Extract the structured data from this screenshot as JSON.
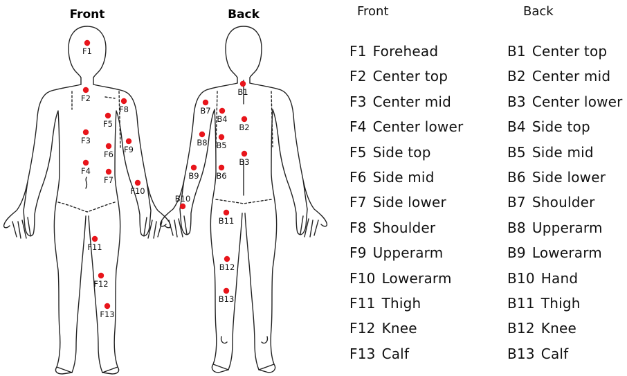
{
  "figure": {
    "front_title": "Front",
    "back_title": "Back",
    "marker_color": "#e8151b",
    "outline_color": "#222222",
    "front_points": [
      {
        "code": "F1"
      },
      {
        "code": "F2"
      },
      {
        "code": "F3"
      },
      {
        "code": "F4"
      },
      {
        "code": "F5"
      },
      {
        "code": "F6"
      },
      {
        "code": "F7"
      },
      {
        "code": "F8"
      },
      {
        "code": "F9"
      },
      {
        "code": "F10"
      },
      {
        "code": "F11"
      },
      {
        "code": "F12"
      },
      {
        "code": "F13"
      }
    ],
    "back_points": [
      {
        "code": "B1"
      },
      {
        "code": "B2"
      },
      {
        "code": "B3"
      },
      {
        "code": "B4"
      },
      {
        "code": "B5"
      },
      {
        "code": "B6"
      },
      {
        "code": "B7"
      },
      {
        "code": "B8"
      },
      {
        "code": "B9"
      },
      {
        "code": "B10"
      },
      {
        "code": "B11"
      },
      {
        "code": "B12"
      },
      {
        "code": "B13"
      }
    ]
  },
  "legend": {
    "front_heading": "Front",
    "back_heading": "Back",
    "front": [
      {
        "code": "F1",
        "name": "Forehead"
      },
      {
        "code": "F2",
        "name": "Center top"
      },
      {
        "code": "F3",
        "name": "Center mid"
      },
      {
        "code": "F4",
        "name": "Center lower"
      },
      {
        "code": "F5",
        "name": "Side top"
      },
      {
        "code": "F6",
        "name": "Side mid"
      },
      {
        "code": "F7",
        "name": "Side lower"
      },
      {
        "code": "F8",
        "name": "Shoulder"
      },
      {
        "code": "F9",
        "name": "Upperarm"
      },
      {
        "code": "F10",
        "name": "Lowerarm"
      },
      {
        "code": "F11",
        "name": "Thigh"
      },
      {
        "code": "F12",
        "name": "Knee"
      },
      {
        "code": "F13",
        "name": "Calf"
      }
    ],
    "back": [
      {
        "code": "B1",
        "name": "Center top"
      },
      {
        "code": "B2",
        "name": "Center mid"
      },
      {
        "code": "B3",
        "name": "Center lower"
      },
      {
        "code": "B4",
        "name": "Side top"
      },
      {
        "code": "B5",
        "name": "Side mid"
      },
      {
        "code": "B6",
        "name": "Side lower"
      },
      {
        "code": "B7",
        "name": "Shoulder"
      },
      {
        "code": "B8",
        "name": "Upperarm"
      },
      {
        "code": "B9",
        "name": "Lowerarm"
      },
      {
        "code": "B10",
        "name": "Hand"
      },
      {
        "code": "B11",
        "name": "Thigh"
      },
      {
        "code": "B12",
        "name": "Knee"
      },
      {
        "code": "B13",
        "name": "Calf"
      }
    ]
  }
}
